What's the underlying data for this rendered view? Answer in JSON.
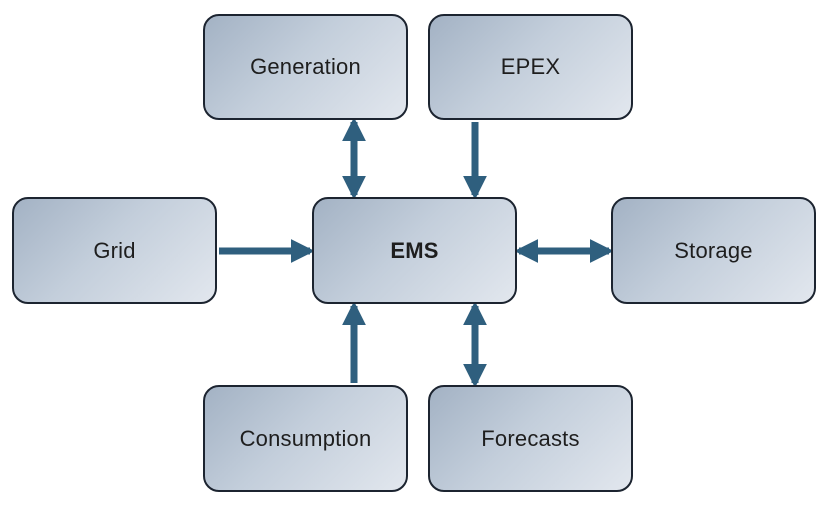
{
  "diagram": {
    "colors": {
      "arrow": "#2f5f7e",
      "node_border": "#1c2430",
      "node_fill_dark": "#a3b2c4",
      "node_fill_light": "#e2e7ee",
      "text": "#1e1e1e"
    },
    "nodes": {
      "generation": {
        "label": "Generation"
      },
      "epex": {
        "label": "EPEX"
      },
      "grid": {
        "label": "Grid"
      },
      "ems": {
        "label": "EMS"
      },
      "storage": {
        "label": "Storage"
      },
      "consumption": {
        "label": "Consumption"
      },
      "forecasts": {
        "label": "Forecasts"
      }
    },
    "edges": [
      {
        "from": "generation",
        "to": "ems",
        "direction": "bidirectional"
      },
      {
        "from": "epex",
        "to": "ems",
        "direction": "forward"
      },
      {
        "from": "grid",
        "to": "ems",
        "direction": "forward"
      },
      {
        "from": "ems",
        "to": "storage",
        "direction": "bidirectional"
      },
      {
        "from": "consumption",
        "to": "ems",
        "direction": "forward"
      },
      {
        "from": "ems",
        "to": "forecasts",
        "direction": "bidirectional"
      }
    ]
  }
}
